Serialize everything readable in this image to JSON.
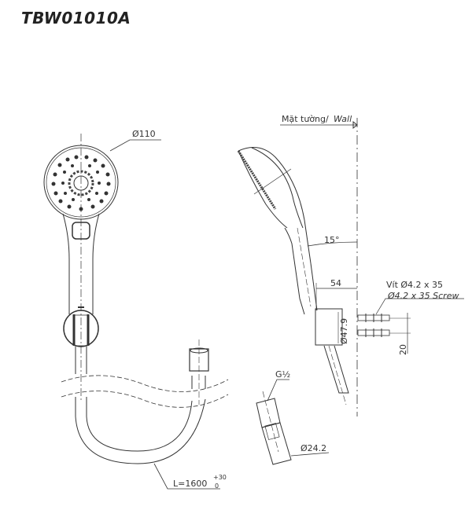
{
  "title": "TBW01010A",
  "front_view": {
    "diameter_label": "Ø110",
    "hose_length_label": "L=1600",
    "tolerance_upper": "+30",
    "tolerance_lower": "0"
  },
  "side_view": {
    "wall_label_vi": "Mặt tường/",
    "wall_label_en": "Wall",
    "angle_label": "15°",
    "depth_label": "54",
    "bracket_diameter_label": "Ø47.9",
    "screw_label_vi": "Vít Ø4.2 x 35",
    "screw_label_en": "Ø4.2 x 35 Screw",
    "screw_spacing_label": "20"
  },
  "connector_detail": {
    "thread_label": "G½",
    "diameter_label": "Ø24.2"
  },
  "colors": {
    "line": "#333333",
    "background": "#ffffff"
  }
}
